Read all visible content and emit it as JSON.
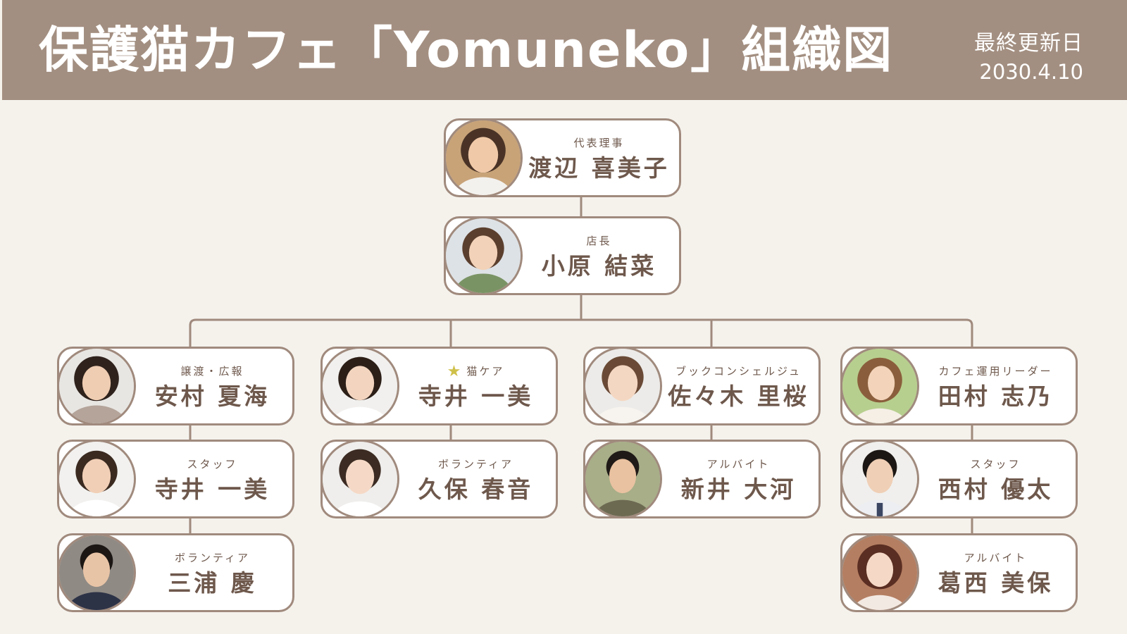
{
  "header": {
    "title": "保護猫カフェ「Yomuneko」組織図",
    "updated_label": "最終更新日",
    "updated_date": "2030.4.10"
  },
  "colors": {
    "header_bg": "#a38f81",
    "background": "#f5f2ec",
    "border": "#a08a7d",
    "text": "#6e584c",
    "star": "#cfc04a"
  },
  "members": [
    {
      "id": "chair",
      "role": "代表理事",
      "name": "渡辺 喜美子",
      "reports_to": null
    },
    {
      "id": "manager",
      "role": "店長",
      "name": "小原 結菜",
      "reports_to": "chair"
    },
    {
      "id": "pr",
      "role": "譲渡・広報",
      "name": "安村 夏海",
      "reports_to": "manager"
    },
    {
      "id": "catcare",
      "role": "猫ケア",
      "name": "寺井 一美",
      "reports_to": "manager",
      "icon": "star-icon"
    },
    {
      "id": "concierge",
      "role": "ブックコンシェルジュ",
      "name": "佐々木 里桜",
      "reports_to": "manager"
    },
    {
      "id": "cafelead",
      "role": "カフェ運用リーダー",
      "name": "田村 志乃",
      "reports_to": "manager"
    },
    {
      "id": "pr_staff",
      "role": "スタッフ",
      "name": "寺井 一美",
      "reports_to": "pr"
    },
    {
      "id": "pr_vol",
      "role": "ボランティア",
      "name": "三浦 慶",
      "reports_to": "pr_staff"
    },
    {
      "id": "care_vol",
      "role": "ボランティア",
      "name": "久保 春音",
      "reports_to": "catcare"
    },
    {
      "id": "conc_pt",
      "role": "アルバイト",
      "name": "新井 大河",
      "reports_to": "concierge"
    },
    {
      "id": "cafe_staff",
      "role": "スタッフ",
      "name": "西村 優太",
      "reports_to": "cafelead"
    },
    {
      "id": "cafe_pt",
      "role": "アルバイト",
      "name": "葛西 美保",
      "reports_to": "cafe_staff"
    }
  ]
}
